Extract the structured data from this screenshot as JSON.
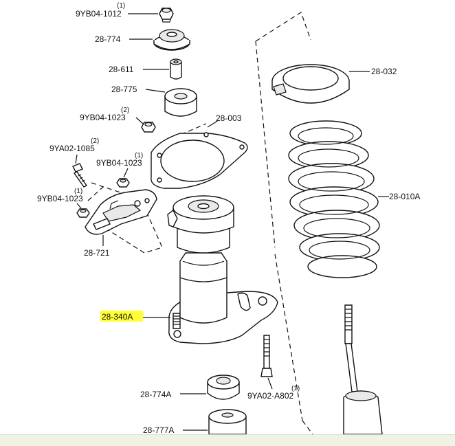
{
  "highlight_color": "#ffff33",
  "labels": {
    "p_9yb04_1012": "9YB04-1012",
    "p_9yb04_1012_qty": "(1)",
    "p_28_774": "28-774",
    "p_28_611": "28-611",
    "p_28_775": "28-775",
    "p_9yb04_1023_a": "9YB04-1023",
    "p_9yb04_1023_a_qty": "(2)",
    "p_28_003": "28-003",
    "p_9ya02_1085": "9YA02-1085",
    "p_9ya02_1085_qty": "(2)",
    "p_9yb04_1023_b": "9YB04-1023",
    "p_9yb04_1023_b_qty": "(1)",
    "p_9yb04_1023_c": "9YB04-1023",
    "p_9yb04_1023_c_qty": "(1)",
    "p_28_721": "28-721",
    "p_28_340a": "28-340A",
    "p_28_032": "28-032",
    "p_28_010a": "28-010A",
    "p_28_774a": "28-774A",
    "p_9ya02_a802": "9YA02-A802",
    "p_9ya02_a802_qty": "(1)",
    "p_28_777a": "28-777A"
  }
}
